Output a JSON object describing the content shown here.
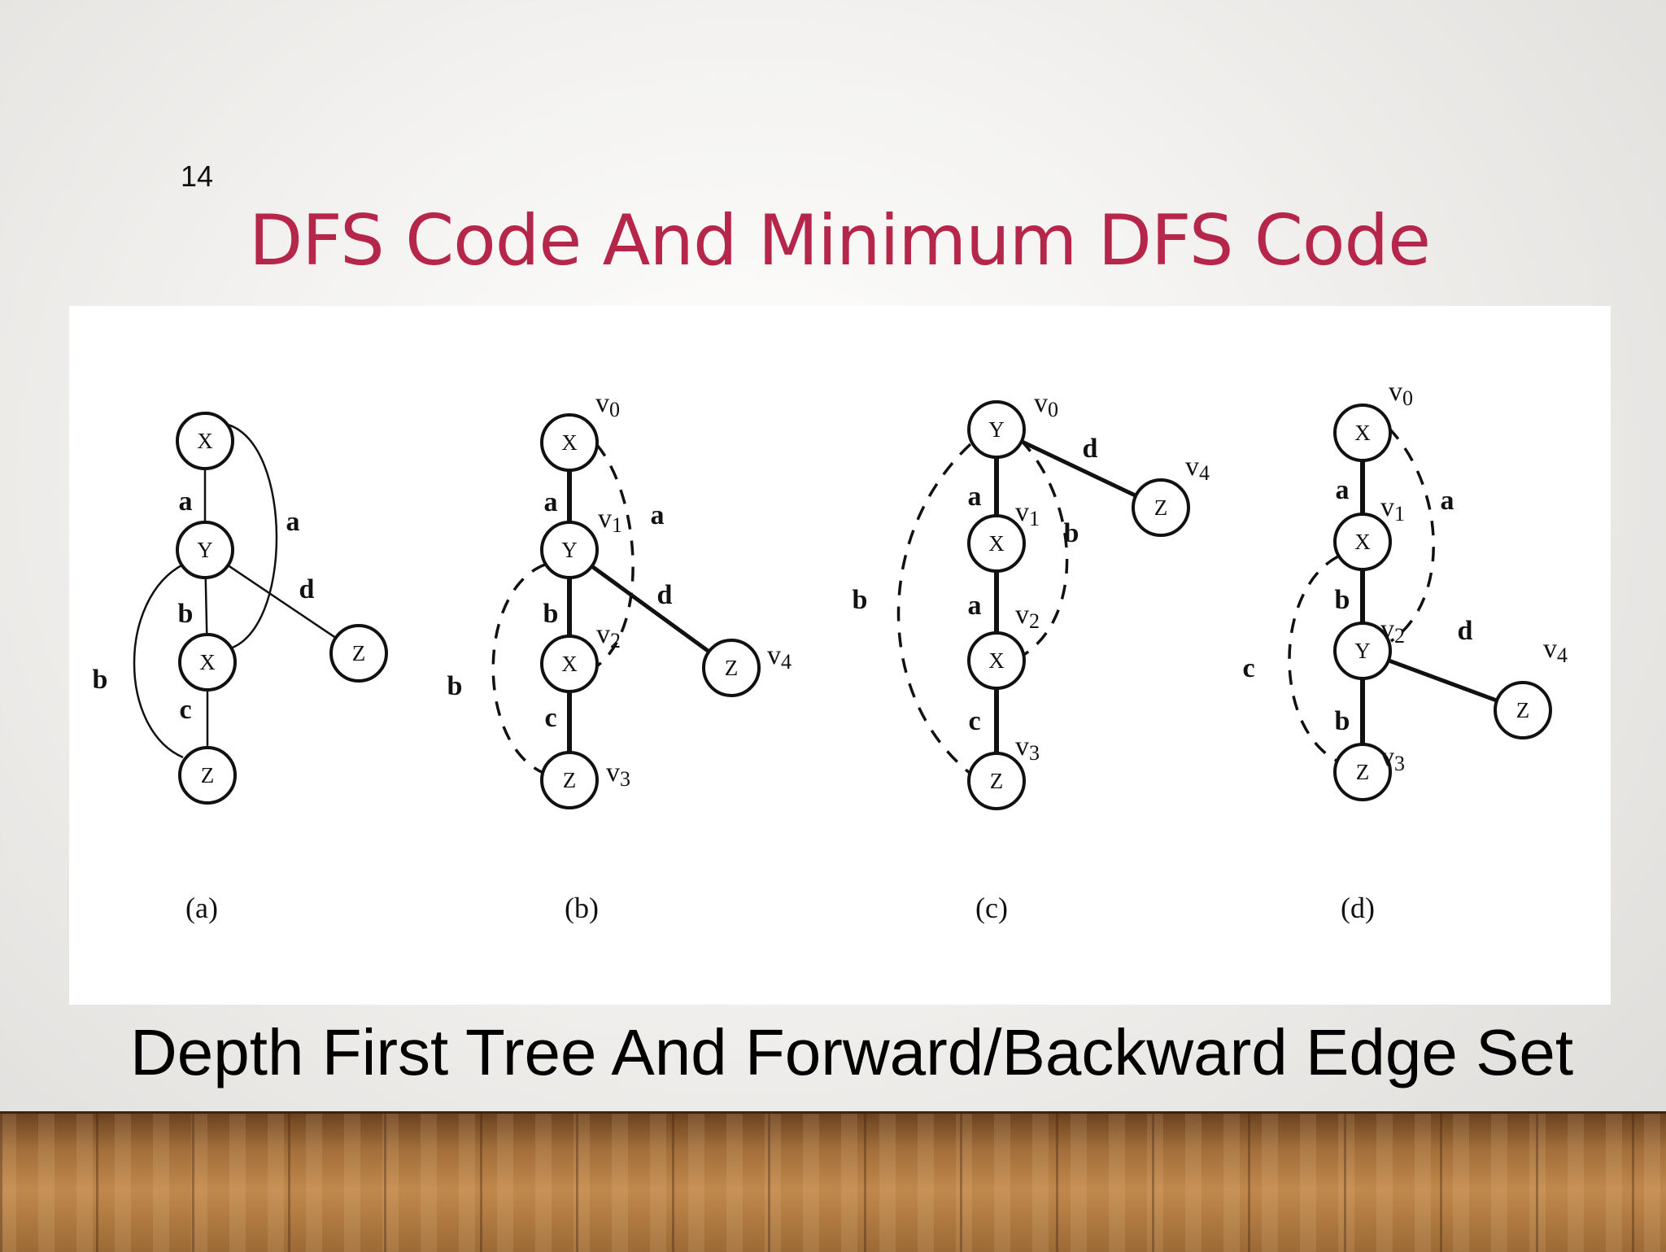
{
  "slide": {
    "number": "14",
    "title": "DFS Code And Minimum DFS Code",
    "caption": "Depth First Tree And Forward/Backward Edge Set"
  },
  "figure": {
    "graphs": [
      {
        "id": "a",
        "label": "(a)",
        "nodes": [
          {
            "id": "a-n1",
            "label": "X"
          },
          {
            "id": "a-n2",
            "label": "Y"
          },
          {
            "id": "a-n3",
            "label": "X"
          },
          {
            "id": "a-n4",
            "label": "Z"
          },
          {
            "id": "a-n5",
            "label": "Z"
          }
        ],
        "edges": [
          {
            "id": "a-e1",
            "label": "a",
            "type": "plain"
          },
          {
            "id": "a-e2",
            "label": "b",
            "type": "plain"
          },
          {
            "id": "a-e3",
            "label": "c",
            "type": "plain"
          },
          {
            "id": "a-e4",
            "label": "d",
            "type": "plain"
          },
          {
            "id": "a-e5",
            "label": "a",
            "type": "plain"
          },
          {
            "id": "a-e6",
            "label": "b",
            "type": "plain"
          }
        ],
        "vertex_labels": []
      },
      {
        "id": "b",
        "label": "(b)",
        "nodes": [
          {
            "id": "b-n1",
            "label": "X"
          },
          {
            "id": "b-n2",
            "label": "Y"
          },
          {
            "id": "b-n3",
            "label": "X"
          },
          {
            "id": "b-n4",
            "label": "Z"
          },
          {
            "id": "b-n5",
            "label": "Z"
          }
        ],
        "edges": [
          {
            "id": "b-e1",
            "label": "a",
            "type": "forward"
          },
          {
            "id": "b-e2",
            "label": "b",
            "type": "forward"
          },
          {
            "id": "b-e3",
            "label": "c",
            "type": "forward"
          },
          {
            "id": "b-e4",
            "label": "d",
            "type": "forward"
          },
          {
            "id": "b-e5",
            "label": "a",
            "type": "backward"
          },
          {
            "id": "b-e6",
            "label": "b",
            "type": "backward"
          }
        ],
        "vertex_labels": [
          "v0",
          "v1",
          "v2",
          "v3",
          "v4"
        ]
      },
      {
        "id": "c",
        "label": "(c)",
        "nodes": [
          {
            "id": "c-n1",
            "label": "Y"
          },
          {
            "id": "c-n2",
            "label": "X"
          },
          {
            "id": "c-n3",
            "label": "X"
          },
          {
            "id": "c-n4",
            "label": "Z"
          },
          {
            "id": "c-n5",
            "label": "Z"
          }
        ],
        "edges": [
          {
            "id": "c-e1",
            "label": "a",
            "type": "forward"
          },
          {
            "id": "c-e2",
            "label": "a",
            "type": "forward"
          },
          {
            "id": "c-e3",
            "label": "c",
            "type": "forward"
          },
          {
            "id": "c-e4",
            "label": "d",
            "type": "forward"
          },
          {
            "id": "c-e5",
            "label": "b",
            "type": "backward"
          },
          {
            "id": "c-e6",
            "label": "b",
            "type": "backward"
          }
        ],
        "vertex_labels": [
          "v0",
          "v1",
          "v2",
          "v3",
          "v4"
        ]
      },
      {
        "id": "d",
        "label": "(d)",
        "nodes": [
          {
            "id": "d-n1",
            "label": "X"
          },
          {
            "id": "d-n2",
            "label": "X"
          },
          {
            "id": "d-n3",
            "label": "Y"
          },
          {
            "id": "d-n4",
            "label": "Z"
          },
          {
            "id": "d-n5",
            "label": "Z"
          }
        ],
        "edges": [
          {
            "id": "d-e1",
            "label": "a",
            "type": "forward"
          },
          {
            "id": "d-e2",
            "label": "b",
            "type": "forward"
          },
          {
            "id": "d-e3",
            "label": "b",
            "type": "forward"
          },
          {
            "id": "d-e4",
            "label": "d",
            "type": "forward"
          },
          {
            "id": "d-e5",
            "label": "a",
            "type": "backward"
          },
          {
            "id": "d-e6",
            "label": "c",
            "type": "backward"
          }
        ],
        "vertex_labels": [
          "v0",
          "v1",
          "v2",
          "v3",
          "v4"
        ]
      }
    ]
  }
}
